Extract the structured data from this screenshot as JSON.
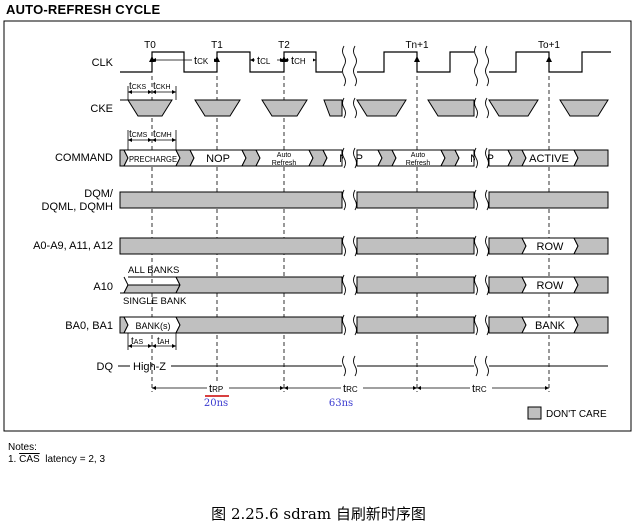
{
  "title": "AUTO-REFRESH CYCLE",
  "signals": {
    "clk": "CLK",
    "cke": "CKE",
    "command": "COMMAND",
    "dqm_line1": "DQM/",
    "dqm_line2": "DQML, DQMH",
    "addr": "A0-A9, A11, A12",
    "a10": "A10",
    "ba": "BA0, BA1",
    "dq": "DQ"
  },
  "clock_labels": {
    "t0": "T0",
    "t1": "T1",
    "t2": "T2",
    "tn1": "Tn+1",
    "to1": "To+1"
  },
  "timing": {
    "t_main": "t",
    "sub_cks": "CKS",
    "sub_ckh": "CKH",
    "sub_ck": "CK",
    "sub_cl": "CL",
    "sub_ch": "CH",
    "sub_cms": "CMS",
    "sub_cmh": "CMH",
    "sub_as": "AS",
    "sub_ah": "AH",
    "sub_rp": "RP",
    "sub_rc": "RC",
    "rp_value": "20ns",
    "rc_value": "63ns"
  },
  "commands": {
    "precharge": "PRECHARGE",
    "nop": "NOP",
    "auto": "Auto",
    "refresh": "Refresh",
    "active": "ACTIVE"
  },
  "values": {
    "row": "ROW",
    "bank": "BANK",
    "banks_cell": "BANK(s)",
    "all_banks": "ALL BANKS",
    "single_bank": "SINGLE BANK",
    "high_z": "High-Z"
  },
  "legend": {
    "dont_care": "DON'T CARE"
  },
  "notes": {
    "heading": "Notes:",
    "item_number": "1.",
    "item_cas": "CAS",
    "item_rest": "latency = 2, 3"
  },
  "caption": "图 2.25.6 sdram 自刷新时序图",
  "colors": {
    "dont_care_fill": "#c0c0c0",
    "measure_value": "#3a3ad0",
    "underline": "#cc0000"
  }
}
